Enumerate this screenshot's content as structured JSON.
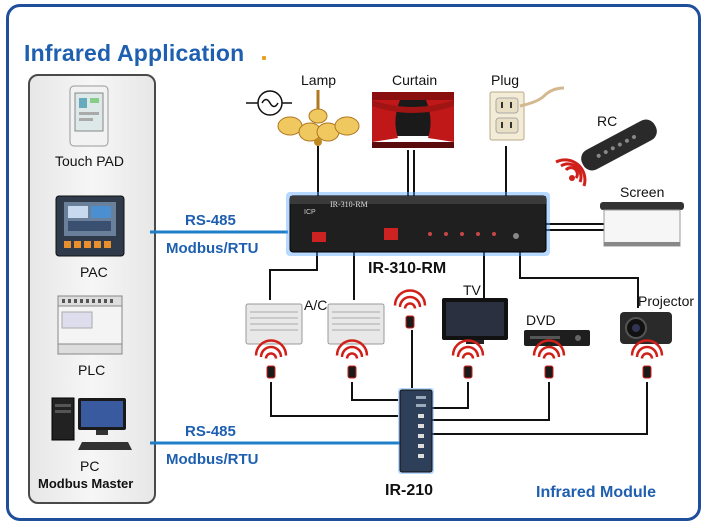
{
  "title": "Infrared Application",
  "left_panel": {
    "devices": [
      "Touch PAD",
      "PAC",
      "PLC",
      "PC"
    ],
    "footer": "Modbus Master"
  },
  "links": {
    "top": {
      "protocol": "RS-485",
      "mode": "Modbus/RTU"
    },
    "bottom": {
      "protocol": "RS-485",
      "mode": "Modbus/RTU"
    }
  },
  "top_devices": [
    "Lamp",
    "Curtain",
    "Plug",
    "RC",
    "Screen"
  ],
  "controller": {
    "name": "IR-310-RM",
    "panel_text": "IR-310-RM"
  },
  "ir_devices": [
    "A/C",
    "TV",
    "DVD",
    "Projector"
  ],
  "module": {
    "name": "IR-210",
    "caption": "Infrared Module"
  },
  "colors": {
    "frame": "#1f4f9a",
    "title": "#1e5fb0",
    "link": "#1e7fc8",
    "ir": "#d0201a"
  }
}
